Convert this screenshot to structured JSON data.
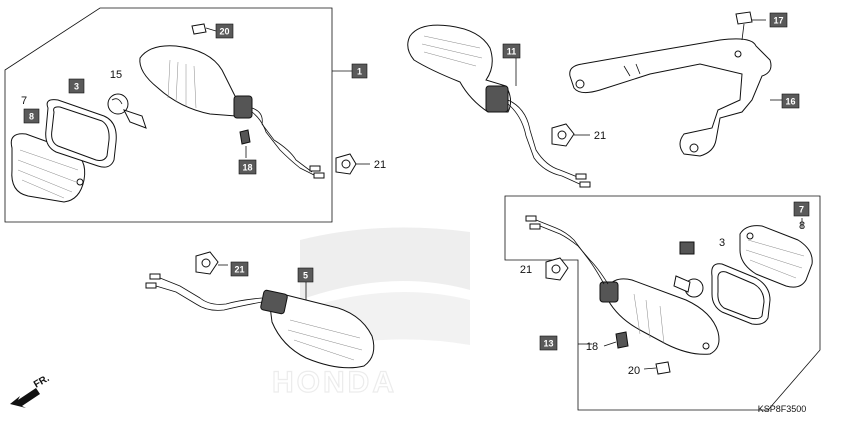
{
  "diagram": {
    "code": "KSP8F3500",
    "direction_label": "FR.",
    "watermark_brand": "HONDA",
    "callouts": [
      {
        "id": "c1",
        "text": "1",
        "boxed": true
      },
      {
        "id": "c3a",
        "text": "3",
        "boxed": true
      },
      {
        "id": "c7a",
        "text": "7",
        "boxed": false
      },
      {
        "id": "c8a",
        "text": "8",
        "boxed": true
      },
      {
        "id": "c15",
        "text": "15",
        "boxed": false
      },
      {
        "id": "c18a",
        "text": "18",
        "boxed": true
      },
      {
        "id": "c20a",
        "text": "20",
        "boxed": true
      },
      {
        "id": "c21a",
        "text": "21",
        "boxed": false
      },
      {
        "id": "c11",
        "text": "11",
        "boxed": true
      },
      {
        "id": "c21b",
        "text": "21",
        "boxed": false
      },
      {
        "id": "c17",
        "text": "17",
        "boxed": true
      },
      {
        "id": "c16",
        "text": "16",
        "boxed": true
      },
      {
        "id": "c21c",
        "text": "21",
        "boxed": true
      },
      {
        "id": "c5",
        "text": "5",
        "boxed": true
      },
      {
        "id": "c7b",
        "text": "7",
        "boxed": true
      },
      {
        "id": "c8b",
        "text": "8",
        "boxed": false
      },
      {
        "id": "c3b",
        "text": "3",
        "boxed": false
      },
      {
        "id": "c21d",
        "text": "21",
        "boxed": false
      },
      {
        "id": "c13",
        "text": "13",
        "boxed": true
      },
      {
        "id": "c18b",
        "text": "18",
        "boxed": false
      },
      {
        "id": "c20b",
        "text": "20",
        "boxed": false
      }
    ]
  },
  "colors": {
    "box_fill": "#5a5a5a",
    "line": "#111111",
    "watermark": "#d8d8d8"
  }
}
